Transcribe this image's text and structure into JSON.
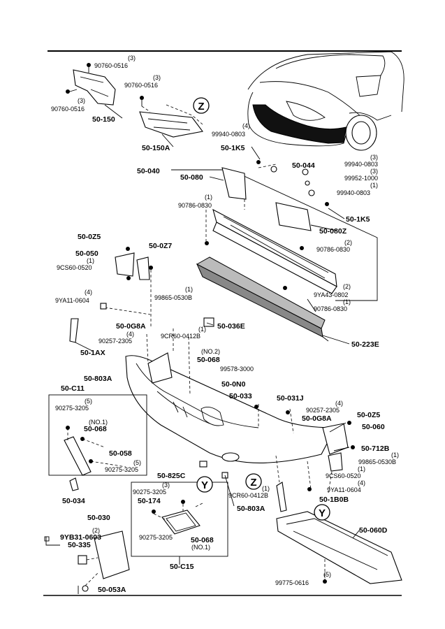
{
  "callouts": {
    "c_90760_0516_a_qty": "(3)",
    "c_90760_0516_a": "90760-0516",
    "c_90760_0516_b_qty": "(3)",
    "c_90760_0516_b": "90760-0516",
    "c_90760_0516_c_qty": "(3)",
    "c_90760_0516_c": "90760-0516",
    "c_50_150": "50-150",
    "c_50_150A": "50-150A",
    "c_Z1": "Z",
    "c_99940_0803_a_qty": "(4)",
    "c_99940_0803_a": "99940-0803",
    "c_50_1K5_a": "50-1K5",
    "c_50_040": "50-040",
    "c_50_080": "50-080",
    "c_50_044": "50-044",
    "c_99940_0803_b_qty": "(3)",
    "c_99940_0803_b": "99940-0803",
    "c_99952_1000_qty": "(3)",
    "c_99952_1000": "99952-1000",
    "c_99940_0803_c_qty": "(1)",
    "c_99940_0803_c": "99940-0803",
    "c_90786_0830_a_qty": "(1)",
    "c_90786_0830_a": "90786-0830",
    "c_50_1K5_b": "50-1K5",
    "c_50_080Z": "50-080Z",
    "c_50_0Z5_a": "50-0Z5",
    "c_50_0Z7": "50-0Z7",
    "c_50_050": "50-050",
    "c_9CS60_0520_a_qty": "(1)",
    "c_9CS60_0520_a": "9CS60-0520",
    "c_90786_0830_b_qty": "(2)",
    "c_90786_0830_b": "90786-0830",
    "c_99865_0530B_a_qty": "(1)",
    "c_99865_0530B_a": "99865-0530B",
    "c_9YA11_0604_a_qty": "(4)",
    "c_9YA11_0604_a": "9YA11-0604",
    "c_9YA43_0802_qty": "(2)",
    "c_9YA43_0802": "9YA43-0802",
    "c_90786_0830_c_qty": "(1)",
    "c_90786_0830_c": "90786-0830",
    "c_50_0G8A_a": "50-0G8A",
    "c_50_036E": "50-036E",
    "c_90257_2305_a_qty": "(4)",
    "c_90257_2305_a": "90257-2305",
    "c_9CR60_0412B_a_qty": "(1)",
    "c_9CR60_0412B_a": "9CR60-0412B",
    "c_50_1AX": "50-1AX",
    "c_50_223E": "50-223E",
    "c_no2": "(NO.2)",
    "c_50_068_a": "50-068",
    "c_99578_3000": "99578-3000",
    "c_50_803A_a": "50-803A",
    "c_50_0N0": "50-0N0",
    "c_50_C11": "50-C11",
    "c_50_033": "50-033",
    "c_50_031J": "50-031J",
    "c_90275_3205_a_qty": "(5)",
    "c_90275_3205_a": "90275-3205",
    "c_90257_2305_b_qty": "(4)",
    "c_90257_2305_b": "90257-2305",
    "c_50_0G8A_b": "50-0G8A",
    "c_50_0Z5_b": "50-0Z5",
    "c_no1_a": "(NO.1)",
    "c_50_068_b": "50-068",
    "c_50_060": "50-060",
    "c_50_712B": "50-712B",
    "c_99865_0530B_b_qty": "(1)",
    "c_99865_0530B_b": "99865-0530B",
    "c_50_058": "50-058",
    "c_90275_3205_b_qty": "(5)",
    "c_90275_3205_b": "90275-3205",
    "c_9CS60_0520_b_qty": "(1)",
    "c_9CS60_0520_b": "9CS60-0520",
    "c_50_825C": "50-825C",
    "c_9YA11_0604_b_qty": "(4)",
    "c_9YA11_0604_b": "9YA11-0604",
    "c_Y1": "Y",
    "c_Z2": "Z",
    "c_50_034": "50-034",
    "c_90275_3205_c_qty": "(3)",
    "c_90275_3205_c": "90275-3205",
    "c_9CR60_0412B_b_qty": "(1)",
    "c_9CR60_0412B_b": "9CR60-0412B",
    "c_50_1B0B": "50-1B0B",
    "c_50_174": "50-174",
    "c_50_803A_b": "50-803A",
    "c_50_030": "50-030",
    "c_9YB31_0603_qty": "(2)",
    "c_9YB31_0603": "9YB31-0603",
    "c_50_335": "50-335",
    "c_90275_3205_d": "90275-3205",
    "c_50_068_c": "50-068",
    "c_no1_b": "(NO.1)",
    "c_Y2": "Y",
    "c_50_060D": "50-060D",
    "c_50_C15": "50-C15",
    "c_99775_0616_qty": "(5)",
    "c_99775_0616": "99775-0616",
    "c_50_053A": "50-053A"
  }
}
